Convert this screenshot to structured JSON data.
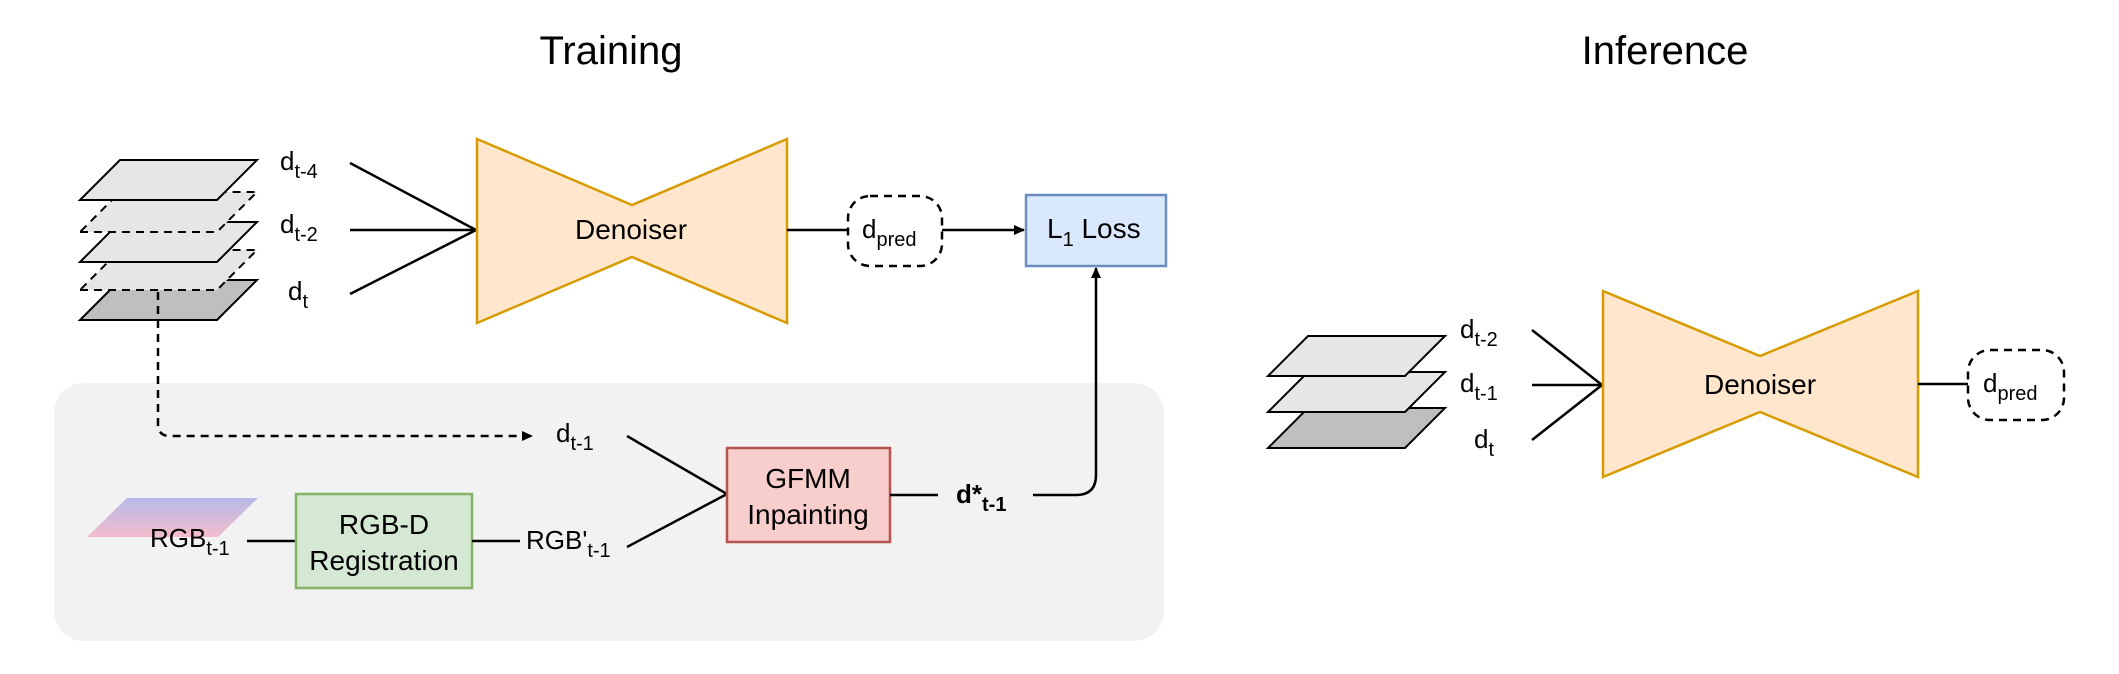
{
  "training": {
    "title": "Training",
    "inputs": {
      "d_t4": {
        "base": "d",
        "sub": "t-4"
      },
      "d_t2": {
        "base": "d",
        "sub": "t-2"
      },
      "d_t": {
        "base": "d",
        "sub": "t"
      }
    },
    "denoiser_label": "Denoiser",
    "dpred": {
      "base": "d",
      "sub": "pred"
    },
    "loss": {
      "base": "L",
      "sub": "1",
      "rest": " Loss"
    },
    "d_t1": {
      "base": "d",
      "sub": "t-1"
    },
    "rgb": {
      "base": "RGB",
      "sub": "t-1"
    },
    "registration_lines": [
      "RGB-D",
      "Registration"
    ],
    "rgb_prime": {
      "base": "RGB'",
      "sub": "t-1"
    },
    "gfmm_lines": [
      "GFMM",
      "Inpainting"
    ],
    "dstar": {
      "base": "d*",
      "sub": "t-1"
    }
  },
  "inference": {
    "title": "Inference",
    "inputs": {
      "d_t2": {
        "base": "d",
        "sub": "t-2"
      },
      "d_t1": {
        "base": "d",
        "sub": "t-1"
      },
      "d_t": {
        "base": "d",
        "sub": "t"
      }
    },
    "denoiser_label": "Denoiser",
    "dpred": {
      "base": "d",
      "sub": "pred"
    }
  },
  "colors": {
    "denoiser_fill": "#ffe6cc",
    "denoiser_stroke": "#d79b00",
    "loss_fill": "#dae8fc",
    "loss_stroke": "#6c8ebf",
    "registration_fill": "#d5e8d4",
    "registration_stroke": "#82b366",
    "gfmm_fill": "#f8cecc",
    "gfmm_stroke": "#b85450",
    "panel_fill": "#f2f2f2",
    "layer_light": "#e6e6e6",
    "layer_dark": "#bfbfbf"
  }
}
